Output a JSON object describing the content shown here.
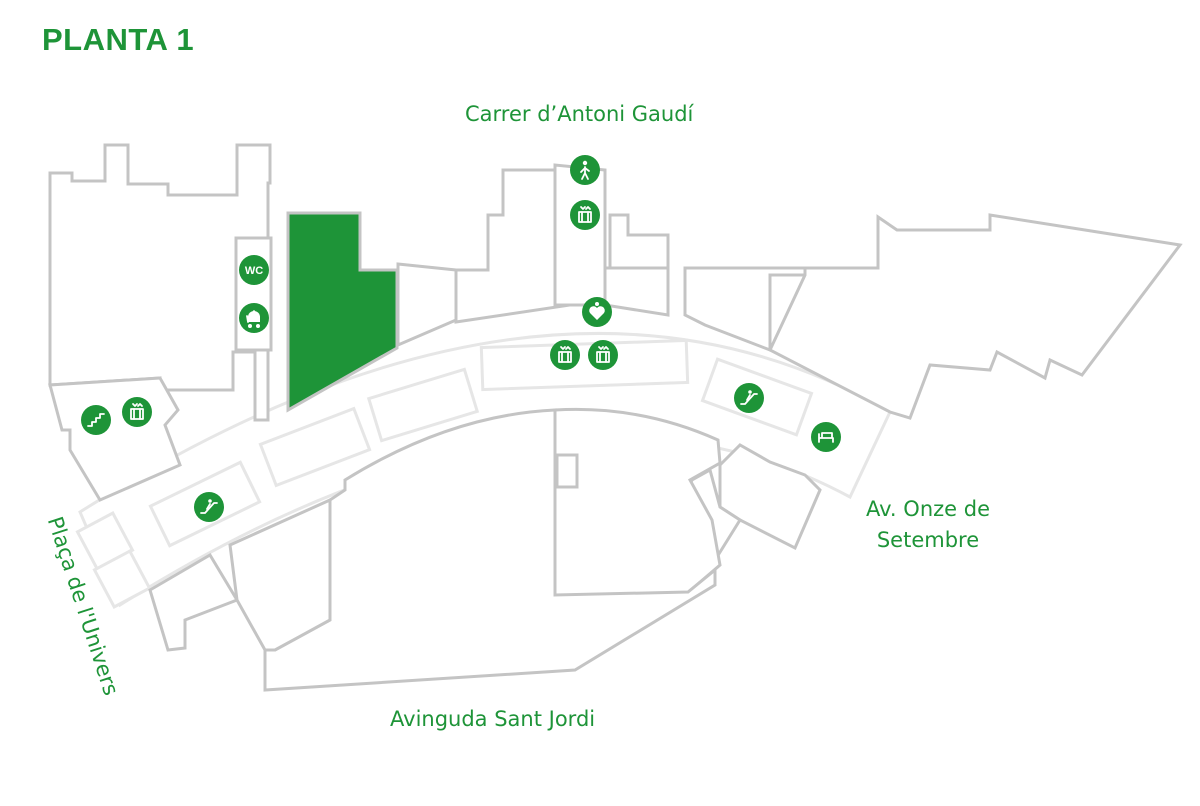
{
  "floor": {
    "title": "PLANTA 1"
  },
  "streets": {
    "top": "Carrer d’Antoni Gaudí",
    "bottom": "Avinguda Sant Jordi",
    "right_line1": "Av. Onze de",
    "right_line2": "Setembre",
    "left": "Plaça de l'Univers"
  },
  "colors": {
    "brand_green": "#1e9438",
    "building_outline": "#c4c4c4",
    "corridor_outline": "#e6e6e6",
    "background": "#ffffff"
  },
  "highlighted_unit": {
    "state": "selected"
  },
  "service_icons": [
    {
      "id": "pedestrian-icon",
      "type": "pedestrian-access"
    },
    {
      "id": "elevator-top-icon",
      "type": "elevator"
    },
    {
      "id": "wc-icon",
      "type": "toilets",
      "label": "WC"
    },
    {
      "id": "baby-care-icon",
      "type": "baby-changing"
    },
    {
      "id": "info-point-icon",
      "type": "customer-service"
    },
    {
      "id": "elevator-mall-1-icon",
      "type": "elevator"
    },
    {
      "id": "elevator-mall-2-icon",
      "type": "elevator"
    },
    {
      "id": "stairs-icon",
      "type": "stairs"
    },
    {
      "id": "elevator-west-icon",
      "type": "elevator"
    },
    {
      "id": "escalator-east-icon",
      "type": "escalator"
    },
    {
      "id": "rest-area-icon",
      "type": "rest-area"
    },
    {
      "id": "escalator-west-icon",
      "type": "escalator"
    }
  ]
}
